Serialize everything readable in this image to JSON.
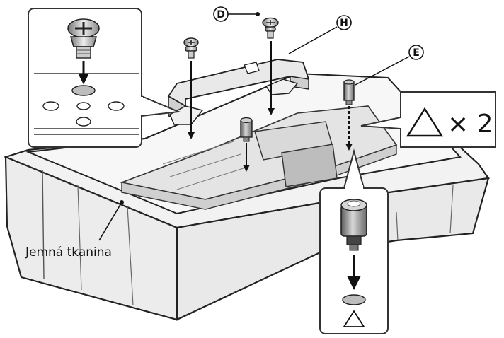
{
  "labels": {
    "cloth": "Jemná tkanina",
    "callout_d": "D",
    "callout_h": "H",
    "callout_e": "E",
    "screw_count": "× 2"
  }
}
